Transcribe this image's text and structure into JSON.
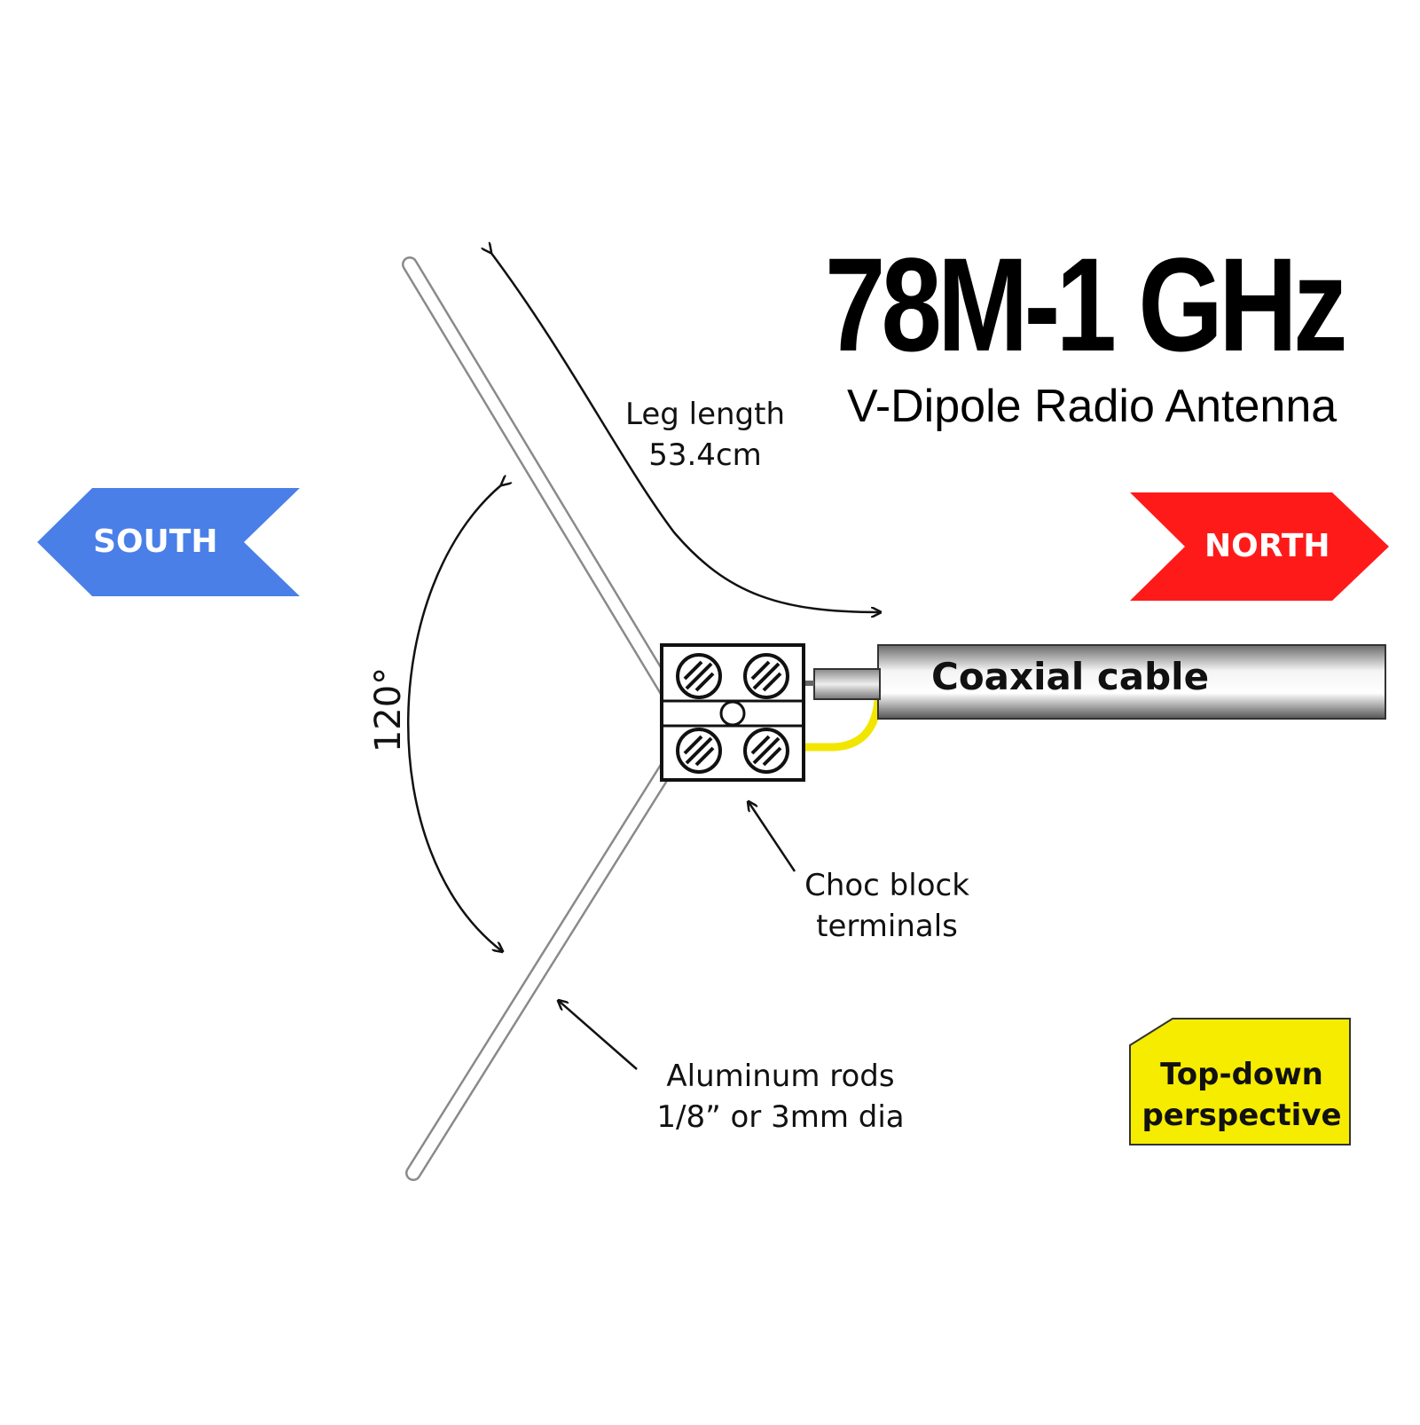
{
  "header": {
    "title": "78M-1 GHz",
    "subtitle": "V-Dipole Radio Antenna"
  },
  "directions": {
    "south": {
      "label": "SOUTH",
      "color": "#4a7fe8"
    },
    "north": {
      "label": "NORTH",
      "color": "#ff1a1a"
    }
  },
  "labels": {
    "leg_length_line1": "Leg length",
    "leg_length_line2": "53.4cm",
    "angle": "120°",
    "coax": "Coaxial cable",
    "choc_line1": "Choc block",
    "choc_line2": "terminals",
    "rods_line1": "Aluminum rods",
    "rods_line2": "1/8” or 3mm dia"
  },
  "badge": {
    "line1": "Top-down",
    "line2": "perspective",
    "color": "#f5ec00"
  },
  "colors": {
    "wire": "#f2e600",
    "rod_outline": "#8a8a8a"
  }
}
